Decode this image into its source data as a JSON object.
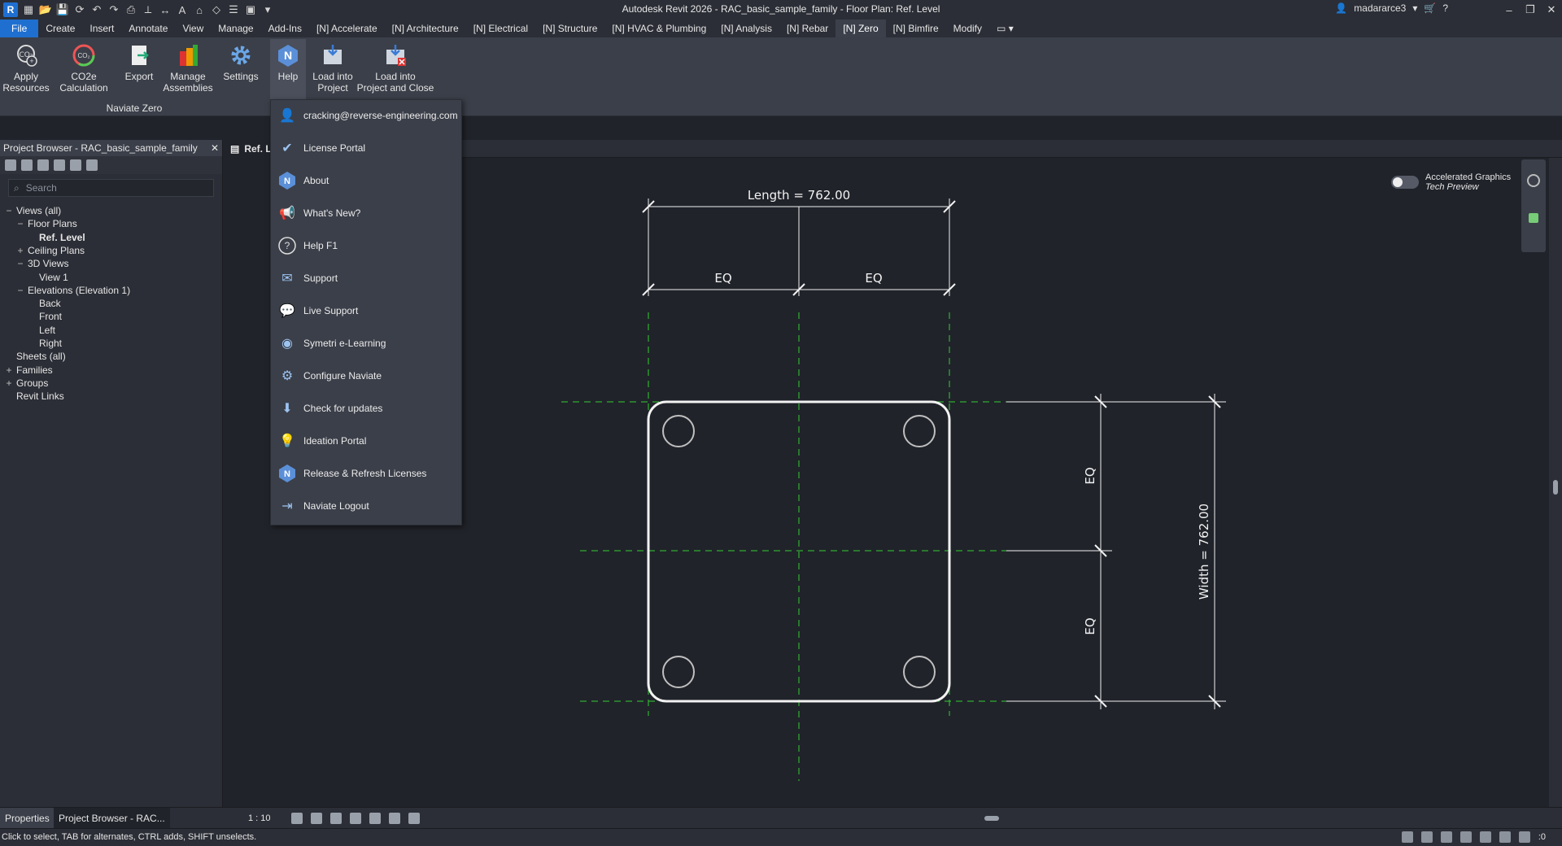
{
  "window": {
    "title": "Autodesk Revit 2026 - RAC_basic_sample_family - Floor Plan: Ref. Level",
    "app_icon_letter": "R",
    "username": "madararce3"
  },
  "menu": {
    "tabs": [
      {
        "label": "File"
      },
      {
        "label": "Create"
      },
      {
        "label": "Insert"
      },
      {
        "label": "Annotate"
      },
      {
        "label": "View"
      },
      {
        "label": "Manage"
      },
      {
        "label": "Add-Ins"
      },
      {
        "label": "[N] Accelerate"
      },
      {
        "label": "[N] Architecture"
      },
      {
        "label": "[N] Electrical"
      },
      {
        "label": "[N] Structure"
      },
      {
        "label": "[N] HVAC & Plumbing"
      },
      {
        "label": "[N] Analysis"
      },
      {
        "label": "[N] Rebar"
      },
      {
        "label": "[N] Zero"
      },
      {
        "label": "[N] Bimfire"
      },
      {
        "label": "Modify"
      }
    ],
    "active": "[N] Zero"
  },
  "ribbon": {
    "apply_resources": "Apply\nResources",
    "co2e_calculation": "CO2e\nCalculation",
    "export": "Export",
    "manage_assemblies": "Manage\nAssemblies",
    "settings": "Settings",
    "help": "Help",
    "load_into_project": "Load into\nProject",
    "load_into_project_close": "Load into\nProject and Close",
    "panel_label": "Naviate Zero"
  },
  "help_menu": {
    "items": [
      {
        "label": "cracking@reverse-engineering.com",
        "icon": "user-icon"
      },
      {
        "label": "License Portal",
        "icon": "license-badge-icon"
      },
      {
        "label": "About",
        "icon": "naviate-logo-icon"
      },
      {
        "label": "What's New?",
        "icon": "megaphone-icon"
      },
      {
        "label": "Help F1",
        "icon": "question-circle-icon"
      },
      {
        "label": "Support",
        "icon": "envelope-icon"
      },
      {
        "label": "Live Support",
        "icon": "chat-icon"
      },
      {
        "label": "Symetri e-Learning",
        "icon": "elearning-icon"
      },
      {
        "label": "Configure Naviate",
        "icon": "gear-n-icon"
      },
      {
        "label": "Check for updates",
        "icon": "download-icon"
      },
      {
        "label": "Ideation Portal",
        "icon": "lightbulb-icon"
      },
      {
        "label": "Release & Refresh Licenses",
        "icon": "naviate-logo-icon"
      },
      {
        "label": "Naviate Logout",
        "icon": "logout-icon"
      }
    ]
  },
  "project_browser": {
    "title": "Project Browser - RAC_basic_sample_family",
    "search_placeholder": "Search",
    "tree": [
      {
        "label": "Views (all)",
        "level": 0,
        "toggle": "−",
        "bold": false
      },
      {
        "label": "Floor Plans",
        "level": 1,
        "toggle": "−",
        "bold": false
      },
      {
        "label": "Ref. Level",
        "level": 2,
        "toggle": "",
        "bold": true
      },
      {
        "label": "Ceiling Plans",
        "level": 1,
        "toggle": "+",
        "bold": false
      },
      {
        "label": "3D Views",
        "level": 1,
        "toggle": "−",
        "bold": false
      },
      {
        "label": "View 1",
        "level": 2,
        "toggle": "",
        "bold": false
      },
      {
        "label": "Elevations (Elevation 1)",
        "level": 1,
        "toggle": "−",
        "bold": false
      },
      {
        "label": "Back",
        "level": 2,
        "toggle": "",
        "bold": false
      },
      {
        "label": "Front",
        "level": 2,
        "toggle": "",
        "bold": false
      },
      {
        "label": "Left",
        "level": 2,
        "toggle": "",
        "bold": false
      },
      {
        "label": "Right",
        "level": 2,
        "toggle": "",
        "bold": false
      },
      {
        "label": "Sheets (all)",
        "level": 0,
        "toggle": "",
        "bold": false
      },
      {
        "label": "Families",
        "level": 0,
        "toggle": "+",
        "bold": false
      },
      {
        "label": "Groups",
        "level": 0,
        "toggle": "+",
        "bold": false
      },
      {
        "label": "Revit Links",
        "level": 0,
        "toggle": "",
        "bold": false
      }
    ]
  },
  "view_tab": {
    "label": "Ref. L"
  },
  "drawing": {
    "length_label": "Length = 762.00",
    "width_label": "Width = 762.00",
    "eq_label": "EQ"
  },
  "accelerated_graphics": {
    "line1": "Accelerated Graphics",
    "line2": "Tech Preview"
  },
  "bottom": {
    "properties_tab": "Properties",
    "browser_tab": "Project Browser - RAC...",
    "scale": "1 : 10"
  },
  "status": {
    "text": "Click to select, TAB for alternates, CTRL adds, SHIFT unselects.",
    "filter_count": ":0"
  },
  "colors": {
    "accent": "#1f6fd0",
    "background": "#20232a",
    "ref_plane_green": "#33cc33"
  }
}
